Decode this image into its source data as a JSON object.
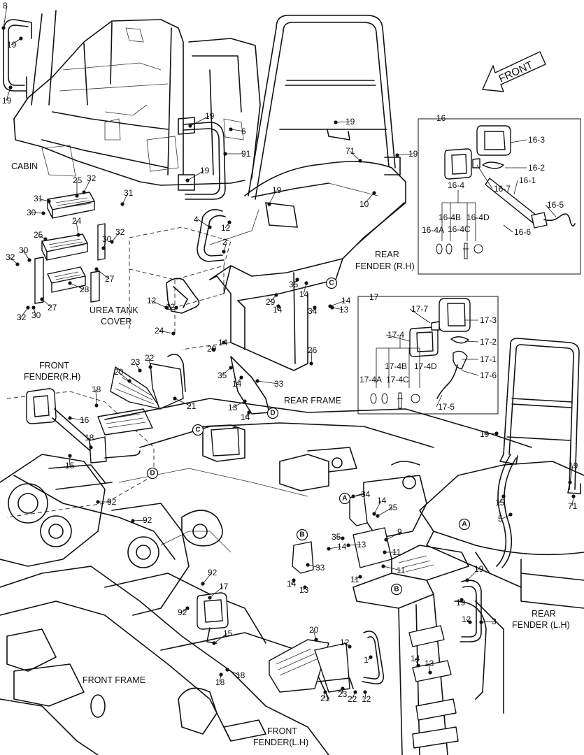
{
  "direction_label": "FRONT",
  "section_labels": {
    "cabin": "CABIN",
    "urea_tank_cover_1": "UREA TANK",
    "urea_tank_cover_2": "COVER",
    "rear_fender_rh_1": "REAR",
    "rear_fender_rh_2": "FENDER (R.H)",
    "front_fender_rh_1": "FRONT",
    "front_fender_rh_2": "FENDER(R.H)",
    "rear_frame": "REAR FRAME",
    "front_frame": "FRONT FRAME",
    "rear_fender_lh_1": "REAR",
    "rear_fender_lh_2": "FENDER (L.H)",
    "front_fender_lh_1": "FRONT",
    "front_fender_lh_2": "FENDER(L.H)"
  },
  "detail_box_16": {
    "number": "16",
    "parts": [
      "16-3",
      "16-2",
      "16-7",
      "16-1",
      "16-4",
      "16-5",
      "16-4B",
      "16-4D",
      "16-4A",
      "16-4C",
      "16-6"
    ]
  },
  "detail_box_17": {
    "number": "17",
    "parts": [
      "17-7",
      "17-3",
      "17-4",
      "17-2",
      "17-1",
      "17-4B",
      "17-4D",
      "17-6",
      "17-4A",
      "17-4C",
      "17-5"
    ]
  },
  "reference_markers": [
    "A",
    "B",
    "C",
    "D"
  ],
  "callouts": [
    "8",
    "19",
    "19",
    "19",
    "19",
    "6",
    "91",
    "19",
    "71",
    "19",
    "19",
    "10",
    "4",
    "12",
    "2",
    "12",
    "12",
    "24",
    "25",
    "31",
    "32",
    "31",
    "30",
    "24",
    "25",
    "32",
    "30",
    "32",
    "30",
    "27",
    "28",
    "27",
    "32",
    "30",
    "35",
    "14",
    "29",
    "14",
    "34",
    "13",
    "14",
    "29",
    "14",
    "26",
    "35",
    "14",
    "33",
    "13",
    "14",
    "20",
    "22",
    "23",
    "21",
    "18",
    "16",
    "18",
    "15",
    "92",
    "92",
    "34",
    "14",
    "35",
    "9",
    "35",
    "14",
    "13",
    "33",
    "11",
    "11",
    "11",
    "14",
    "13",
    "92",
    "17",
    "92",
    "15",
    "18",
    "18",
    "20",
    "12",
    "1",
    "14",
    "13",
    "21",
    "23",
    "22",
    "12",
    "19",
    "19",
    "15",
    "5",
    "71",
    "19",
    "19",
    "12",
    "3"
  ]
}
